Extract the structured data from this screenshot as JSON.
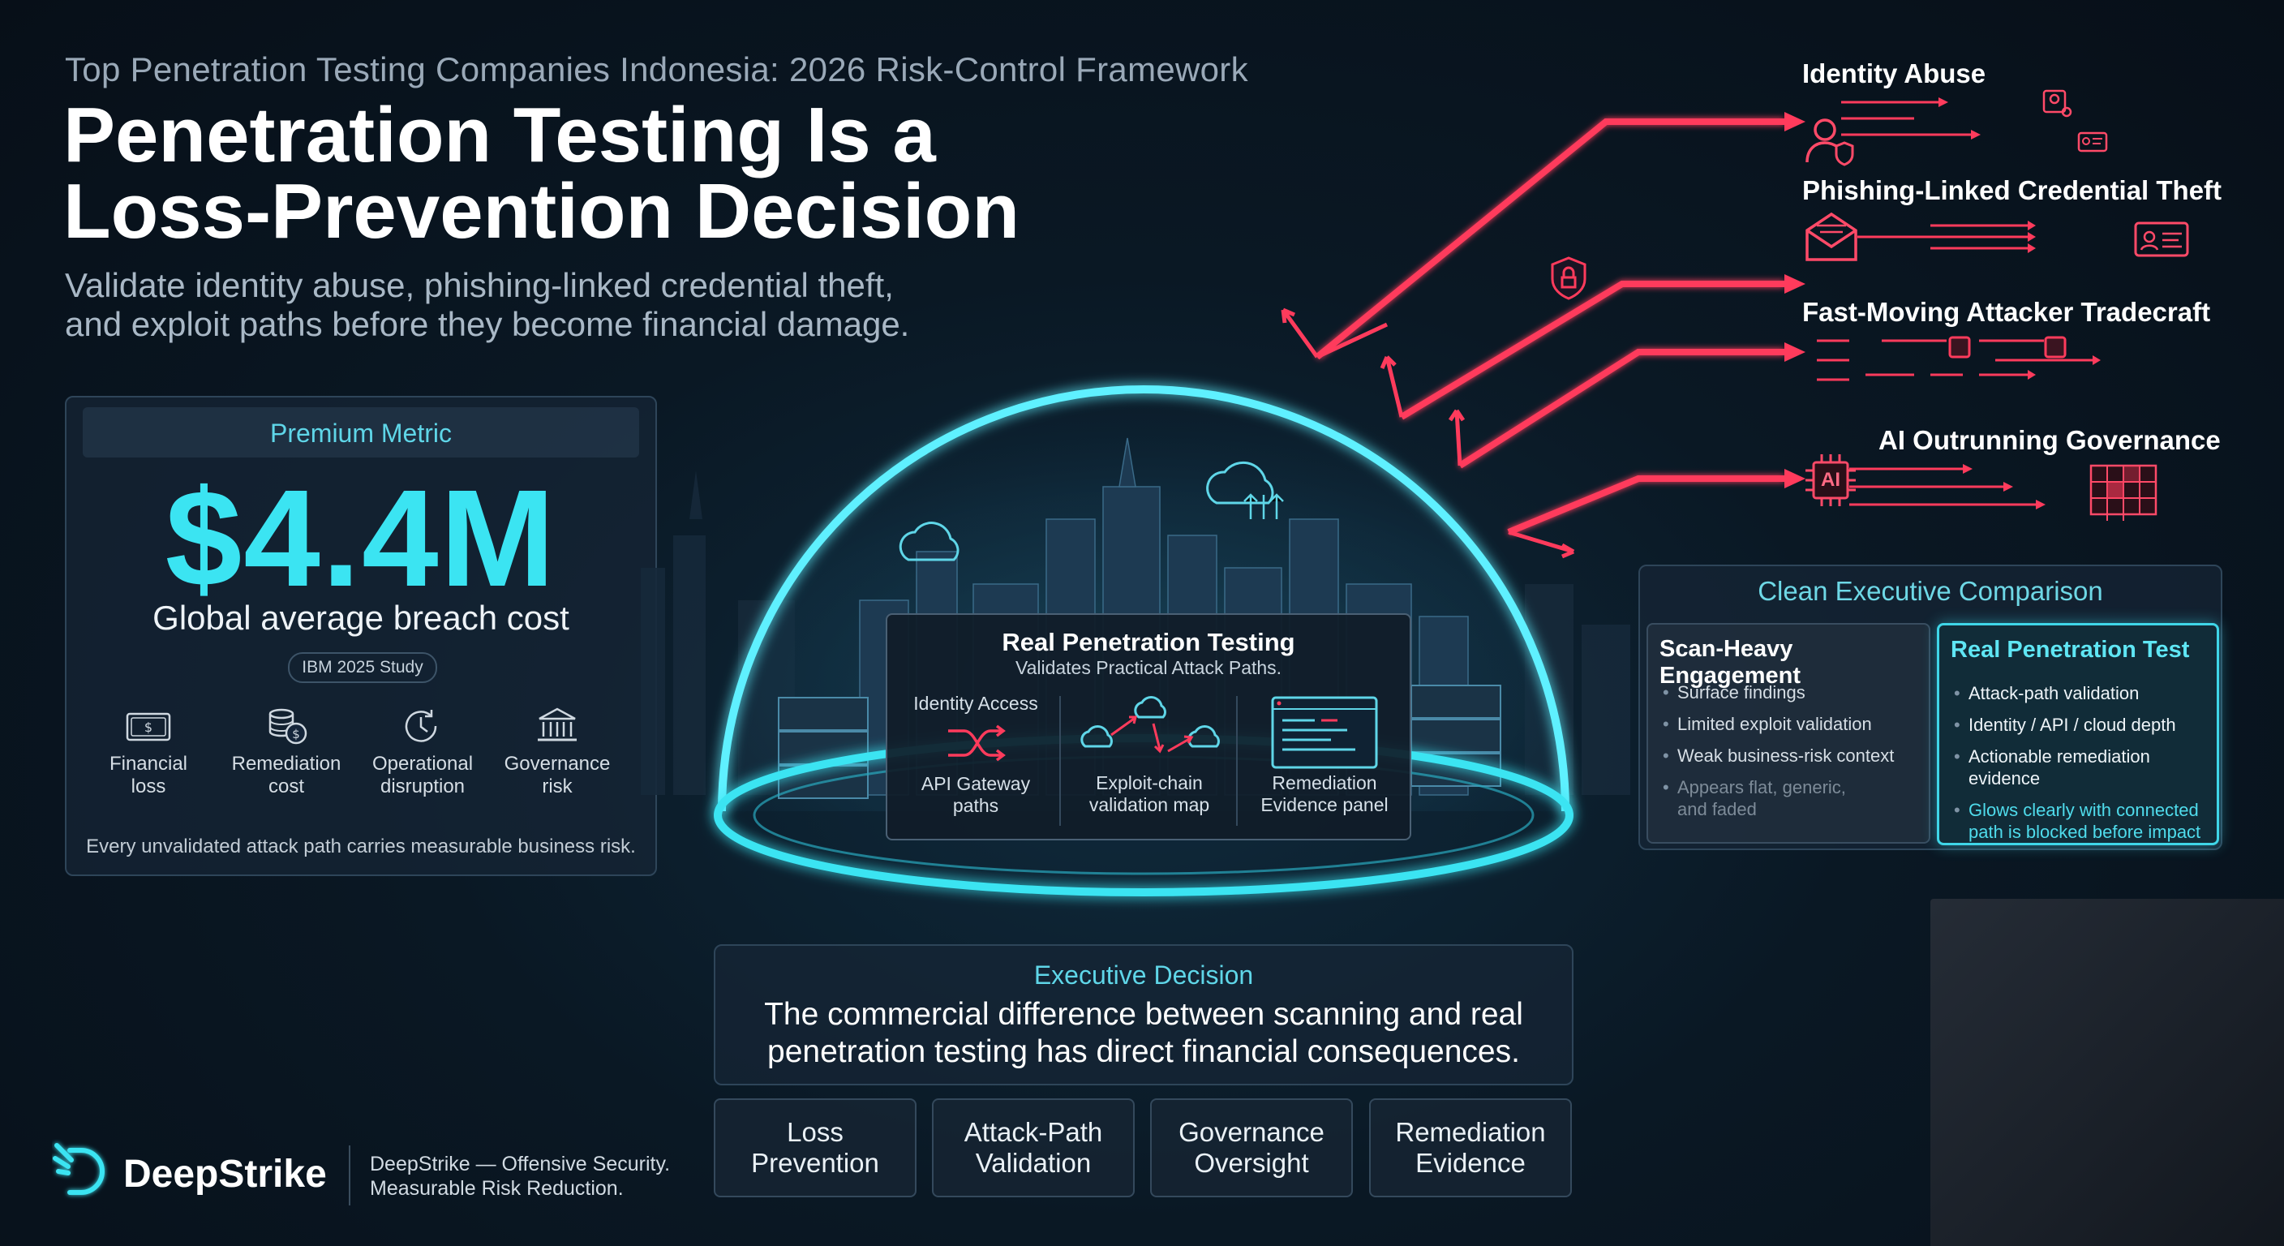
{
  "header": {
    "kicker": "Top Penetration Testing Companies Indonesia: 2026 Risk-Control Framework",
    "headline_line1": "Penetration Testing Is a",
    "headline_line2": "Loss-Prevention Decision",
    "subhead_line1": "Validate identity abuse, phishing-linked credential theft,",
    "subhead_line2": "and exploit paths before they become financial damage."
  },
  "metric": {
    "title": "Premium Metric",
    "value": "$4.4M",
    "label": "Global average breach cost",
    "badge": "IBM 2025 Study",
    "items": [
      {
        "line1": "Financial",
        "line2": "loss",
        "icon": "money-icon"
      },
      {
        "line1": "Remediation",
        "line2": "cost",
        "icon": "coins-icon"
      },
      {
        "line1": "Operational",
        "line2": "disruption",
        "icon": "clock-icon"
      },
      {
        "line1": "Governance",
        "line2": "risk",
        "icon": "institution-icon"
      }
    ],
    "footer": "Every unvalidated attack path carries measurable business risk."
  },
  "dome_panel": {
    "title": "Real Penetration Testing",
    "subtitle": "Validates Practical Attack Paths.",
    "col1_top": "Identity Access",
    "col1_l1": "API Gateway",
    "col1_l2": "paths",
    "col2_l1": "Exploit-chain",
    "col2_l2": "validation map",
    "col3_l1": "Remediation",
    "col3_l2": "Evidence panel"
  },
  "threats": [
    {
      "title": "Identity Abuse"
    },
    {
      "title": "Phishing-Linked Credential Theft"
    },
    {
      "title": "Fast-Moving Attacker Tradecraft"
    },
    {
      "title": "AI Outrunning Governance"
    }
  ],
  "ai_label": "AI",
  "comparison": {
    "title": "Clean Executive Comparison",
    "left": {
      "head": "Scan-Heavy Engagement",
      "items": [
        "Surface findings",
        "Limited exploit validation",
        "Weak business-risk context"
      ],
      "faded_l1": "Appears flat, generic,",
      "faded_l2": "and faded"
    },
    "right": {
      "head": "Real Penetration Test",
      "items": [
        "Attack-path validation",
        "Identity / API / cloud depth",
        "Actionable remediation evidence"
      ],
      "glow_l1": "Glows clearly with connected",
      "glow_l2": "path is blocked before impact"
    }
  },
  "decision": {
    "title": "Executive Decision",
    "line1": "The commercial difference between scanning and real",
    "line2": "penetration testing has direct financial consequences."
  },
  "pillars": [
    {
      "l1": "Loss",
      "l2": "Prevention"
    },
    {
      "l1": "Attack-Path",
      "l2": "Validation"
    },
    {
      "l1": "Governance",
      "l2": "Oversight"
    },
    {
      "l1": "Remediation",
      "l2": "Evidence"
    }
  ],
  "brand": {
    "name": "DeepStrike",
    "tag_line1": "DeepStrike — Offensive Security.",
    "tag_line2": "Measurable Risk Reduction."
  },
  "colors": {
    "accent_cyan": "#3be4f2",
    "threat_red": "#ff3b5c",
    "background": "#0a1824"
  }
}
